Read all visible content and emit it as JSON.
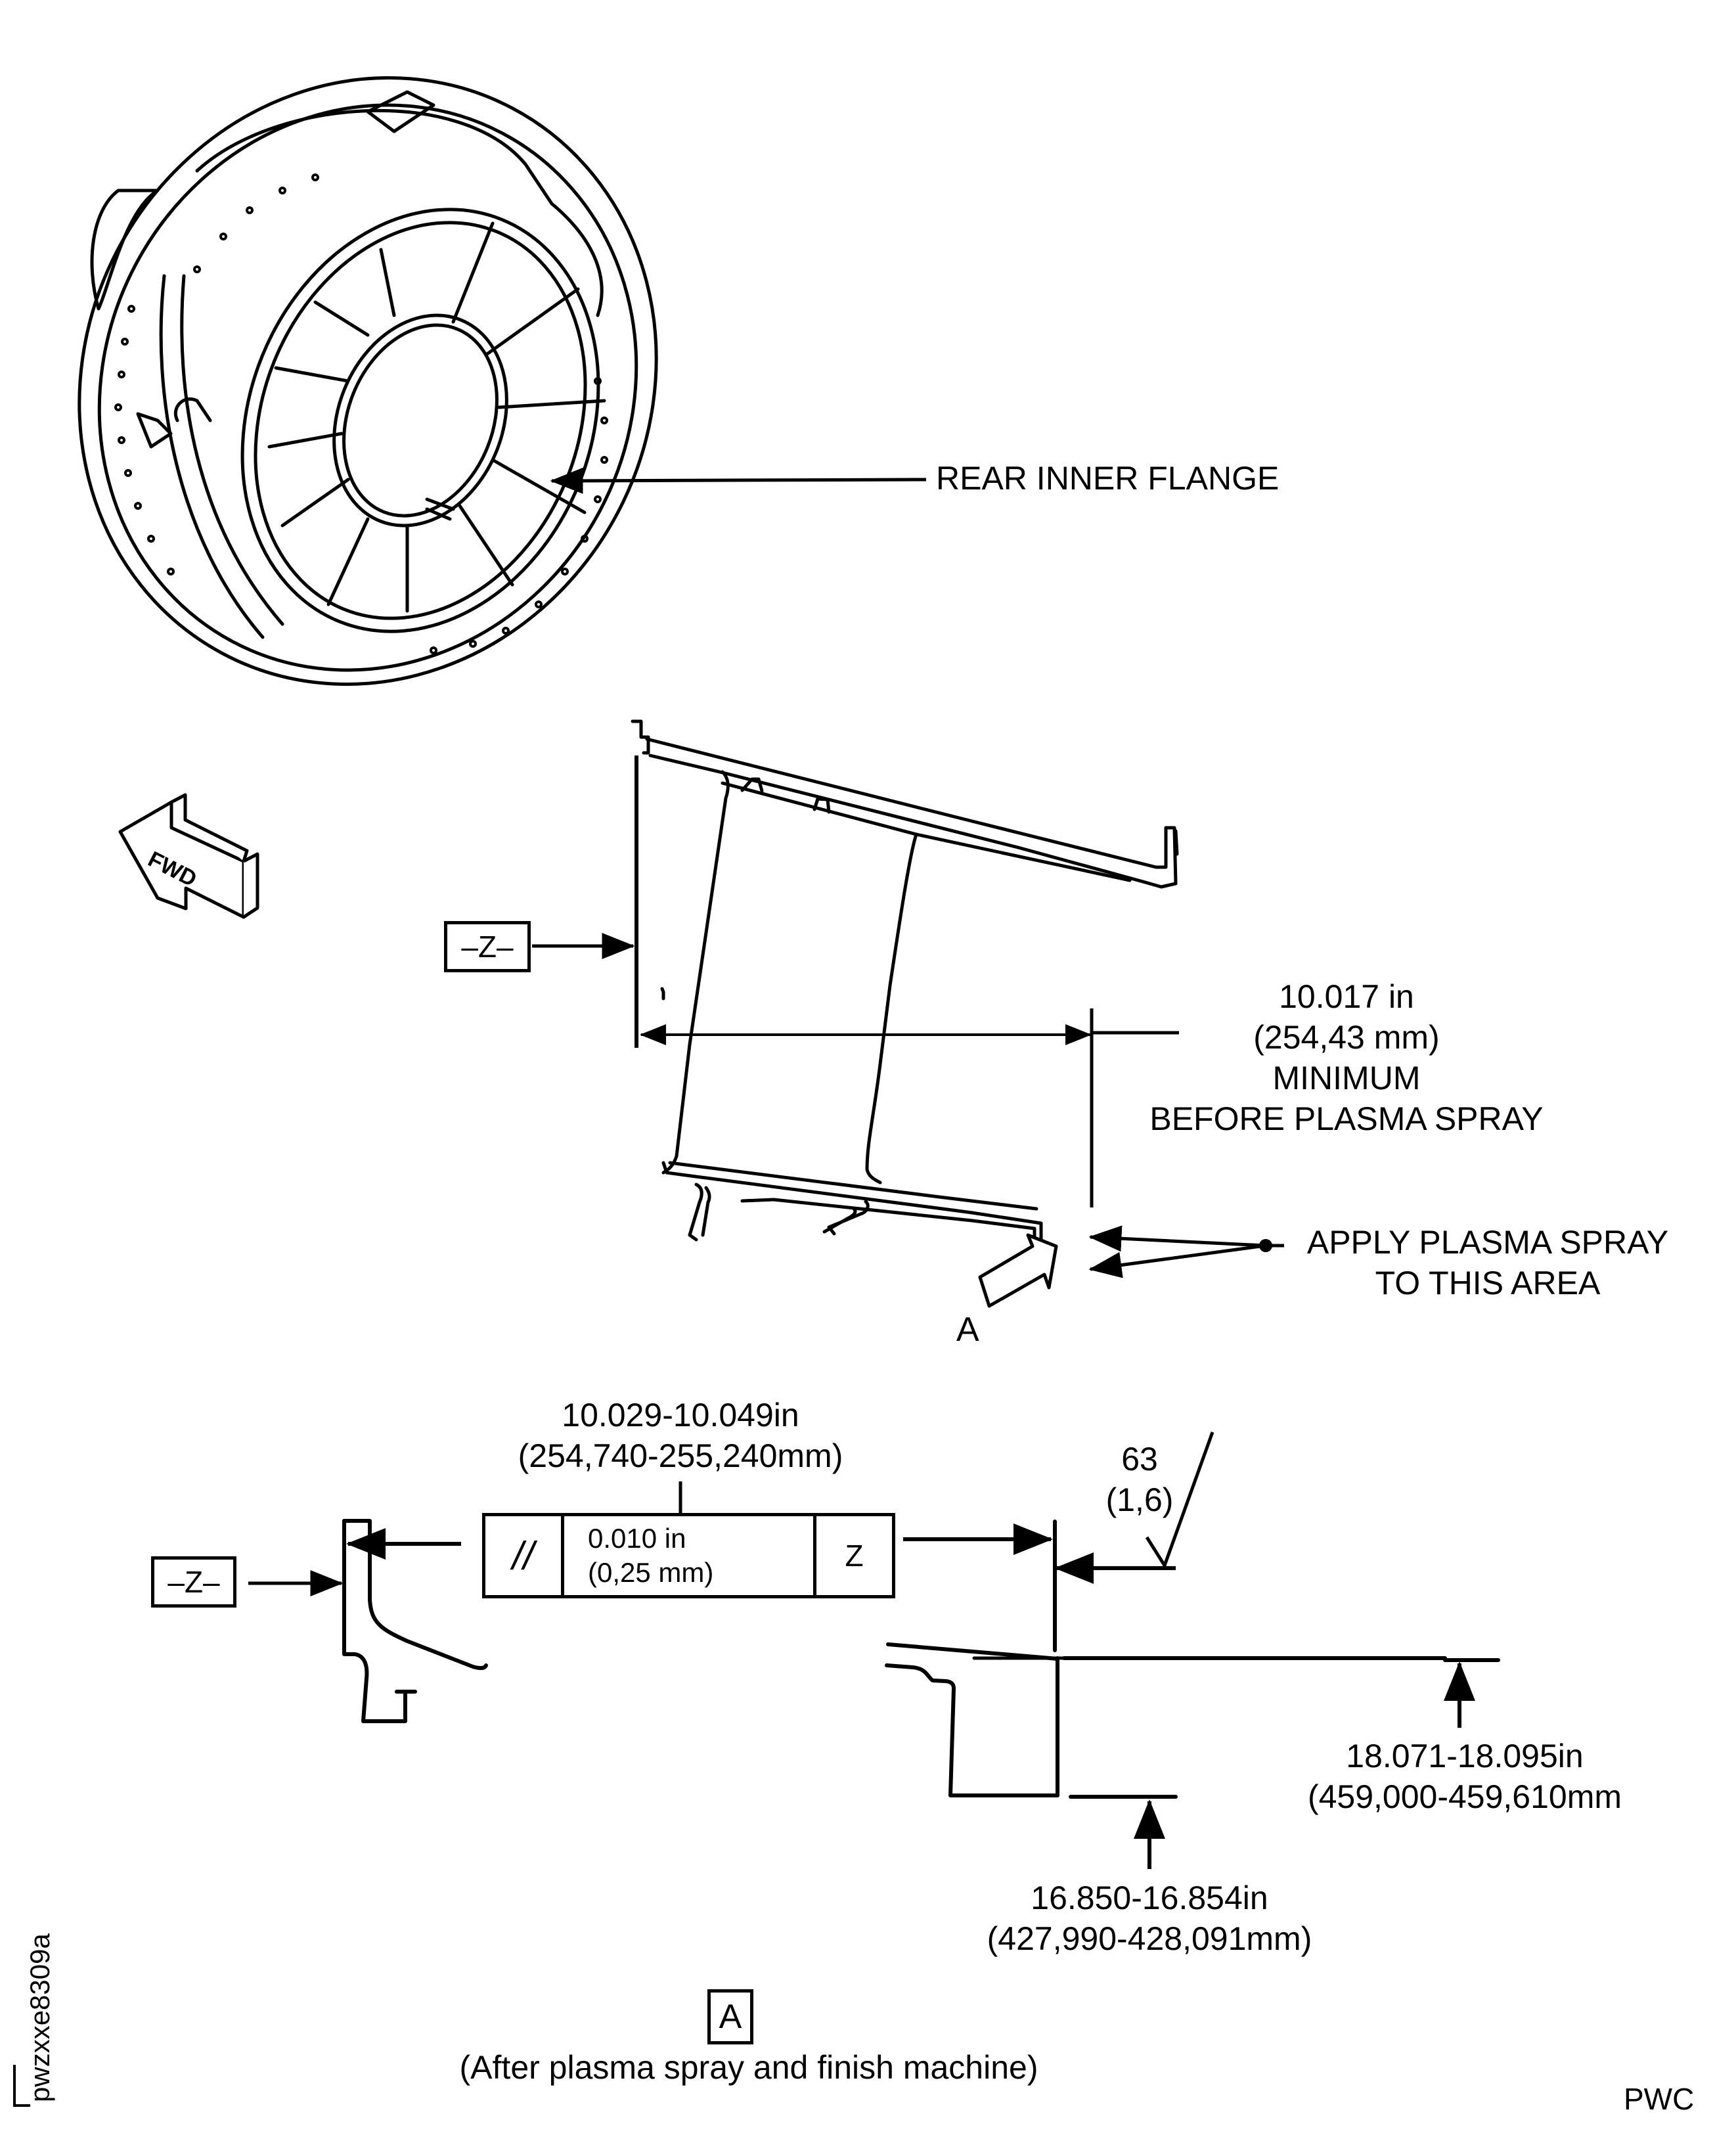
{
  "figure": {
    "part_label": "REAR INNER FLANGE",
    "direction_indicator": "FWD",
    "datum_label": "Z",
    "view_label": "A",
    "before_spray": {
      "dimension_in": "10.017 in",
      "dimension_mm": "(254,43 mm)",
      "qualifier": "MINIMUM",
      "condition": "BEFORE PLASMA SPRAY"
    },
    "spray_note": {
      "line1": "APPLY PLASMA SPRAY",
      "line2": "TO THIS AREA"
    },
    "view_a": {
      "length_in": "10.029-10.049in",
      "length_mm": "(254,740-255,240mm)",
      "tolerance_symbol": "//",
      "tolerance_in": "0.010 in",
      "tolerance_mm": "(0,25 mm)",
      "tolerance_datum": "Z",
      "roughness_value": "63",
      "roughness_metric": "(1,6)",
      "outer_diameter_in": "18.071-18.095in",
      "outer_diameter_mm": "(459,000-459,610mm",
      "inner_diameter_in": "16.850-16.854in",
      "inner_diameter_mm": "(427,990-428,091mm)",
      "caption": "(After plasma spray and finish machine)"
    },
    "figure_id": "pwzxxe8309a",
    "source_mark": "PWC"
  }
}
